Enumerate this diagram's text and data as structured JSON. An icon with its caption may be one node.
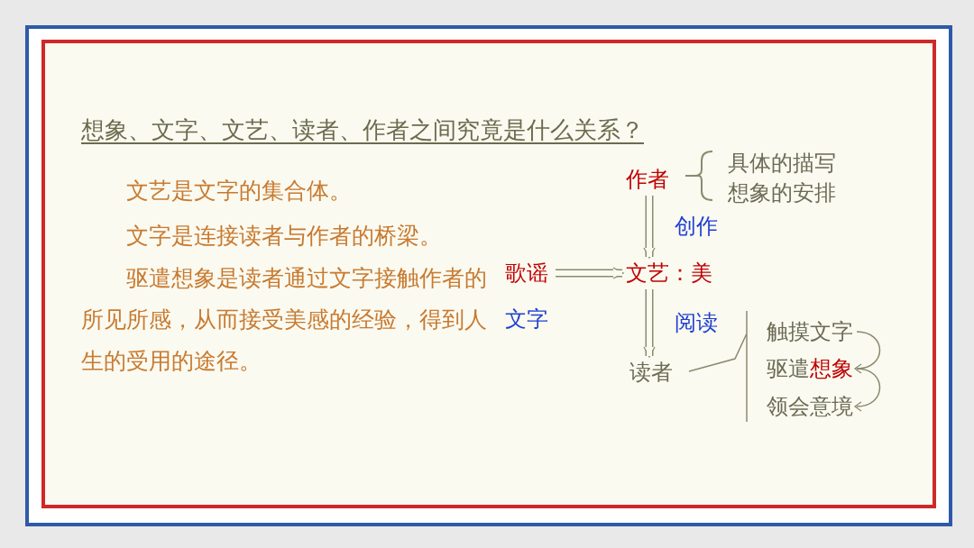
{
  "diagram": {
    "title": "想象、文字、文艺、读者、作者之间究竟是什么关系？",
    "nodes": [
      {
        "text": [
          "作者"
        ]
      },
      {
        "text": [
          "具体的描写"
        ]
      },
      {
        "text": [
          "想象的安排"
        ]
      },
      {
        "text": [
          "歌谣"
        ]
      },
      {
        "text": [
          "文艺：美"
        ]
      },
      {
        "text": [
          "读者"
        ]
      },
      {
        "text": [
          "触摸文字"
        ]
      },
      {
        "text": [
          "驱遣**想象**"
        ]
      },
      {
        "text": [
          "领会意境"
        ]
      }
    ],
    "edges": [
      {
        "from": 0,
        "to": 4,
        "arrow": "to",
        "label": "创作"
      },
      {
        "from": 3,
        "to": 4,
        "arrow": "to"
      },
      {
        "from": 4,
        "to": 5,
        "arrow": "to",
        "label": "阅读"
      },
      {
        "from": 6,
        "to": 7,
        "arrow": "to"
      },
      {
        "from": 7,
        "to": 8,
        "arrow": "to"
      }
    ],
    "labels": [
      "文艺是文字的集合体。",
      "文字是连接读者与作者的桥梁。",
      "驱遣想象是读者通过文字接触作者的所见所感，从而接受美感的经验，得到人生的受用的途径。",
      "文字"
    ]
  }
}
